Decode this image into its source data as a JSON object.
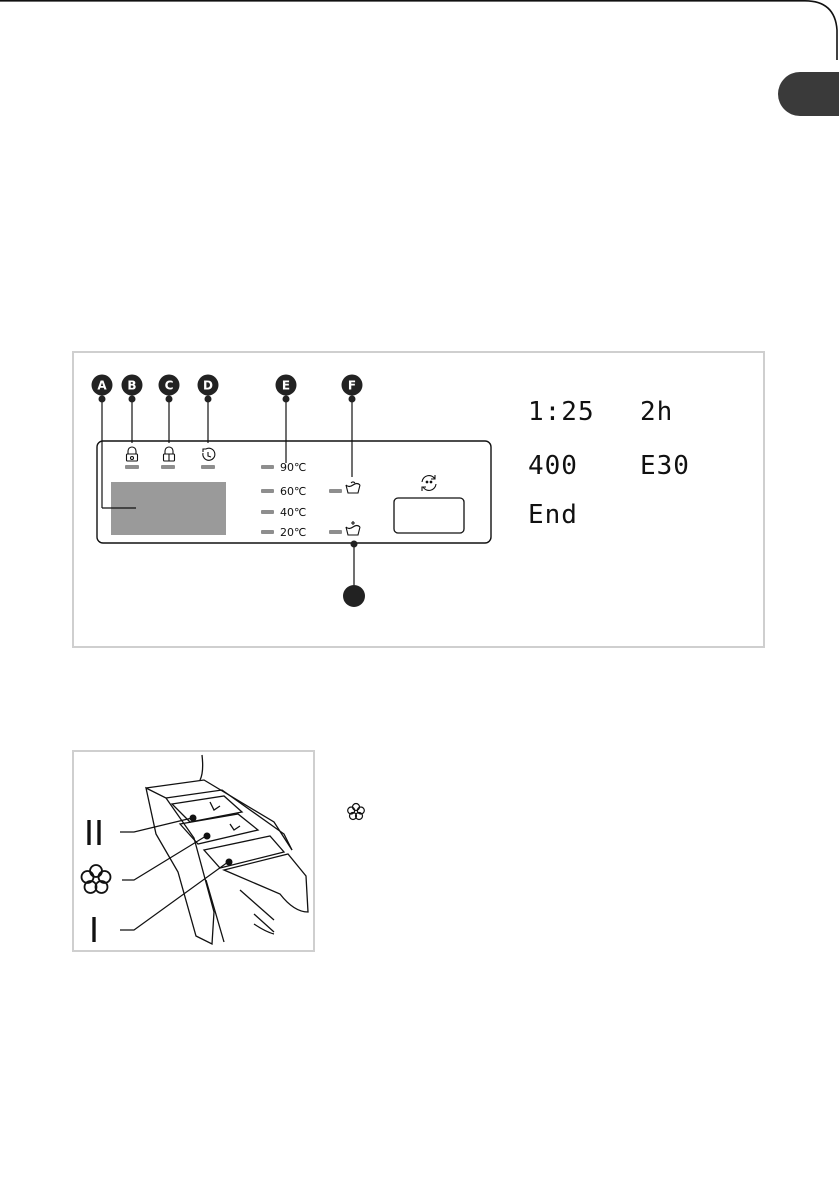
{
  "panel": {
    "markers": [
      "A",
      "B",
      "C",
      "D",
      "E",
      "F"
    ],
    "temperatures": [
      "90℃",
      "60℃",
      "40℃",
      "20℃"
    ],
    "icons": {
      "B": "child-lock-icon",
      "C": "door-lock-icon",
      "D": "delay-timer-icon",
      "F1": "prewash-icon",
      "F2": "extra-rinse-icon",
      "knob": "program-knob-icon"
    },
    "led_color": "#8e8e8e",
    "screen_color": "#9a9a9a"
  },
  "display_readouts": [
    "1:25",
    "2h",
    "400",
    "E30",
    "End"
  ],
  "drawer": {
    "compartments": [
      "II",
      "I"
    ],
    "softener_icon": "flower-softener-icon"
  },
  "colors": {
    "lang_tab": "#3a3a3a",
    "box_border": "#cfcfcf"
  }
}
